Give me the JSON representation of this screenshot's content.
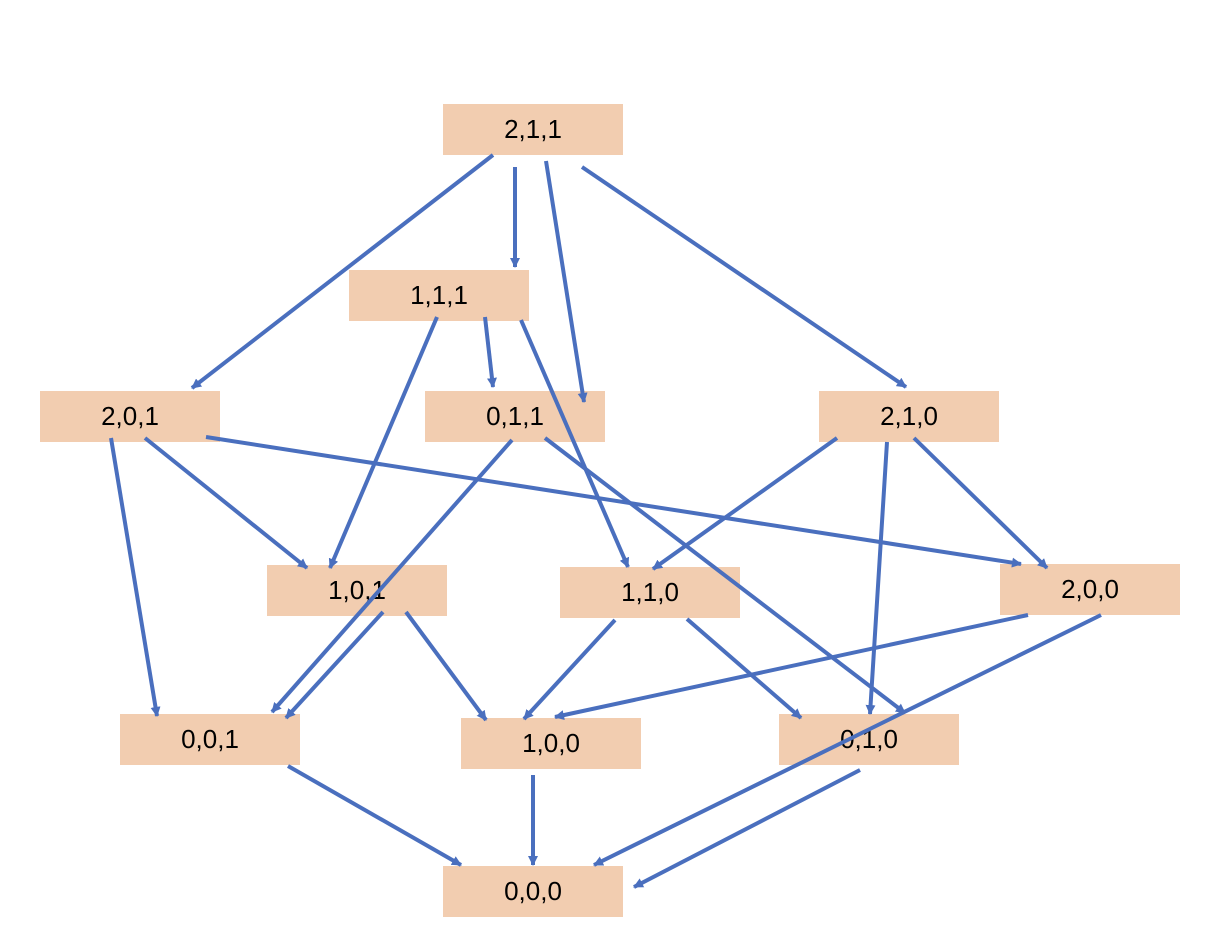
{
  "diagram": {
    "node_color": "#F2CDB0",
    "edge_color": "#4A6FBE",
    "text_color": "#000000",
    "nodes": [
      {
        "id": "n211",
        "label": "2,1,1"
      },
      {
        "id": "n111",
        "label": "1,1,1"
      },
      {
        "id": "n201",
        "label": "2,0,1"
      },
      {
        "id": "n011",
        "label": "0,1,1"
      },
      {
        "id": "n210",
        "label": "2,1,0"
      },
      {
        "id": "n101",
        "label": "1,0,1"
      },
      {
        "id": "n110",
        "label": "1,1,0"
      },
      {
        "id": "n200",
        "label": "2,0,0"
      },
      {
        "id": "n001",
        "label": "0,0,1"
      },
      {
        "id": "n100",
        "label": "1,0,0"
      },
      {
        "id": "n010",
        "label": "0,1,0"
      },
      {
        "id": "n000",
        "label": "0,0,0"
      }
    ],
    "edges": [
      {
        "from": "n211",
        "to": "n201"
      },
      {
        "from": "n211",
        "to": "n111"
      },
      {
        "from": "n211",
        "to": "n011"
      },
      {
        "from": "n211",
        "to": "n210"
      },
      {
        "from": "n111",
        "to": "n101"
      },
      {
        "from": "n111",
        "to": "n011"
      },
      {
        "from": "n111",
        "to": "n110"
      },
      {
        "from": "n201",
        "to": "n001"
      },
      {
        "from": "n201",
        "to": "n101"
      },
      {
        "from": "n201",
        "to": "n200"
      },
      {
        "from": "n011",
        "to": "n001"
      },
      {
        "from": "n011",
        "to": "n010"
      },
      {
        "from": "n210",
        "to": "n110"
      },
      {
        "from": "n210",
        "to": "n010"
      },
      {
        "from": "n210",
        "to": "n200"
      },
      {
        "from": "n101",
        "to": "n001"
      },
      {
        "from": "n101",
        "to": "n100"
      },
      {
        "from": "n110",
        "to": "n100"
      },
      {
        "from": "n110",
        "to": "n010"
      },
      {
        "from": "n200",
        "to": "n100"
      },
      {
        "from": "n200",
        "to": "n000"
      },
      {
        "from": "n001",
        "to": "n000"
      },
      {
        "from": "n100",
        "to": "n000"
      },
      {
        "from": "n010",
        "to": "n000"
      }
    ]
  }
}
